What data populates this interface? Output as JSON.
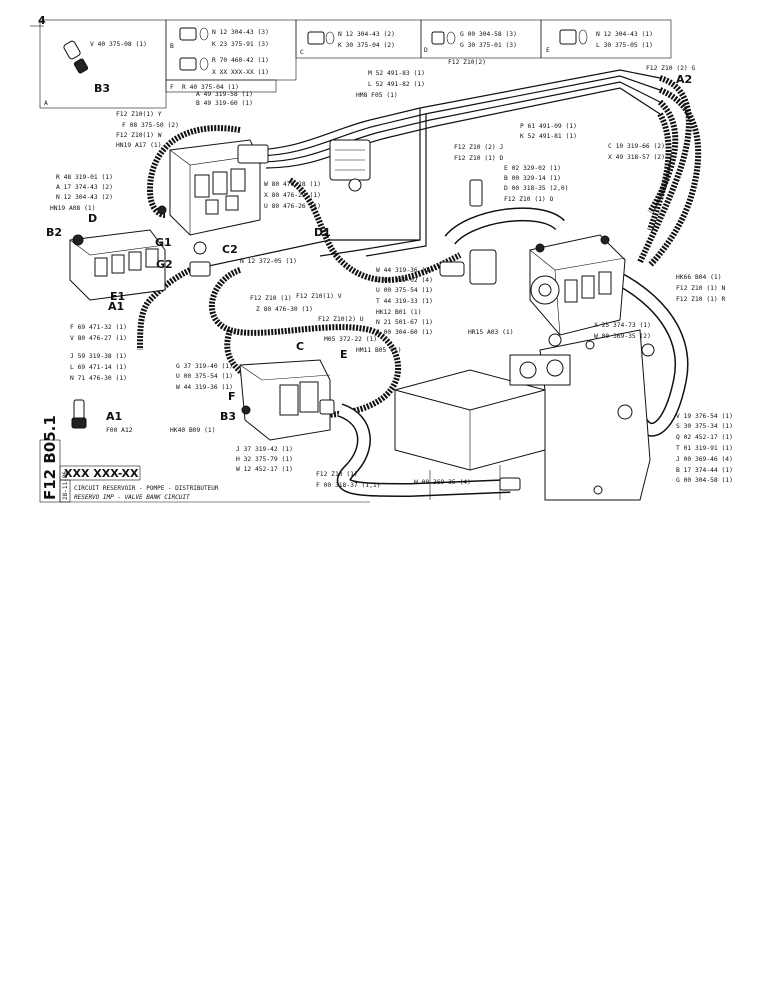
{
  "sheet": {
    "corner_mark": "4",
    "side_code": "F12 B05.1",
    "title_code": "XXX XXX-XX",
    "side_date": "28-11-86",
    "title_fr": "CIRCUIT RESERVOIR - POMPE - DISTRIBUTEUR",
    "title_en": "RESERVO       IMP - VALVE BANK CIRCUIT"
  },
  "boxes": [
    {
      "letter": "A",
      "callouts": [
        "V 40 375-08 (1)",
        "B3"
      ]
    },
    {
      "letter": "B",
      "callouts": [
        "N 12 304-43 (3)",
        "K 23 375-91 (3)",
        "R 70 460-42 (1)",
        "X XX XXX-XX (1)"
      ]
    },
    {
      "letter": "C",
      "callouts": [
        "N 12 304-43 (2)",
        "K 30 375-04 (2)"
      ]
    },
    {
      "letter": "D",
      "callouts": [
        "G 00 304-58 (3)",
        "G 30 375-01 (3)"
      ]
    },
    {
      "letter": "E",
      "callouts": [
        "N 12 304-43 (1)",
        "L 30 375-05 (1)"
      ]
    },
    {
      "letter": "F",
      "callouts": [
        "R 40 375-04 (1)"
      ]
    }
  ],
  "callouts": [
    "A 49 319-58 (1)",
    "B 49 319-60 (1)",
    "F12 Z10(1) Y",
    "F 08 375-50 (2)",
    "F12 Z10(1) W",
    "HN19 A17 (1)",
    "R 48 319-01 (1)",
    "A 17 374-43 (2)",
    "N 12 304-43 (2)",
    "HN19 A08 (1)",
    "B2",
    "D",
    "G1",
    "G2",
    "E1",
    "A1",
    "C2",
    "F 69 471-32 (1)",
    "V 80 476-27 (1)",
    "J 59 319-38 (1)",
    "L 69 471-14 (1)",
    "N 71 476-30 (1)",
    "M 52 491-83 (1)",
    "L 52 491-82 (1)",
    "HM8 F05 (1)",
    "F12 Z10(2)",
    "P 61 491-09 (1)",
    "K 52 491-81 (1)",
    "F12 Z10 (2) J",
    "F12 Z10 (1) D",
    "W 80 476-28 (1)",
    "X 80 476-29 (1)",
    "U 80 476-26 (1)",
    "E 02 329-02 (1)",
    "B 00 329-14 (1)",
    "D 00 318-35 (2,0)",
    "F12 Z10 (1) O",
    "F12 Z10 (2) G",
    "A2",
    "C 10 319-66 (2)",
    "X 49 318-57 (2)",
    "N 12 372-05 (1)",
    "F12 Z10 (1)",
    "Z 80 476-30 (1)",
    "W 44 319-36 (1)",
    "L 00 369-02 (4)",
    "U 00 375-54 (1)",
    "T 44 319-33 (1)",
    "HK12 B01 (1)",
    "N 21 501-67 (1)",
    "J 00 304-60 (1)",
    "HR15 A03 (1)",
    "HK66 B04 (1)",
    "F12 Z10 (1) N",
    "F12 Z10 (1) R",
    "X 25 374-73 (1)",
    "W 00 369-35 (2)",
    "F12 Z10(1) V",
    "F12 Z10(2) U",
    "M05 372-22 (1)",
    "HM11 B05 (1)",
    "G 37 319-40 (1)",
    "U 00 375-54 (1)",
    "W 44 319-36 (1)",
    "HK40 B09 (1)",
    "F",
    "B3",
    "C",
    "E",
    "J 37 319-42 (1)",
    "H 32 375-79 (1)",
    "W 12 452-17 (1)",
    "F12 Z10 (1)",
    "F 00 318-37 (1,1)",
    "W 00 369 35 (4)",
    "V 19 376-54 (1)",
    "S 30 375-34 (1)",
    "Q 02 452-17 (1)",
    "T 01 319-91 (1)",
    "J 00 369-46 (4)",
    "B 17 374-44 (1)",
    "G 00 304-58 (1)",
    "A1",
    "F00 A12",
    "D1"
  ]
}
